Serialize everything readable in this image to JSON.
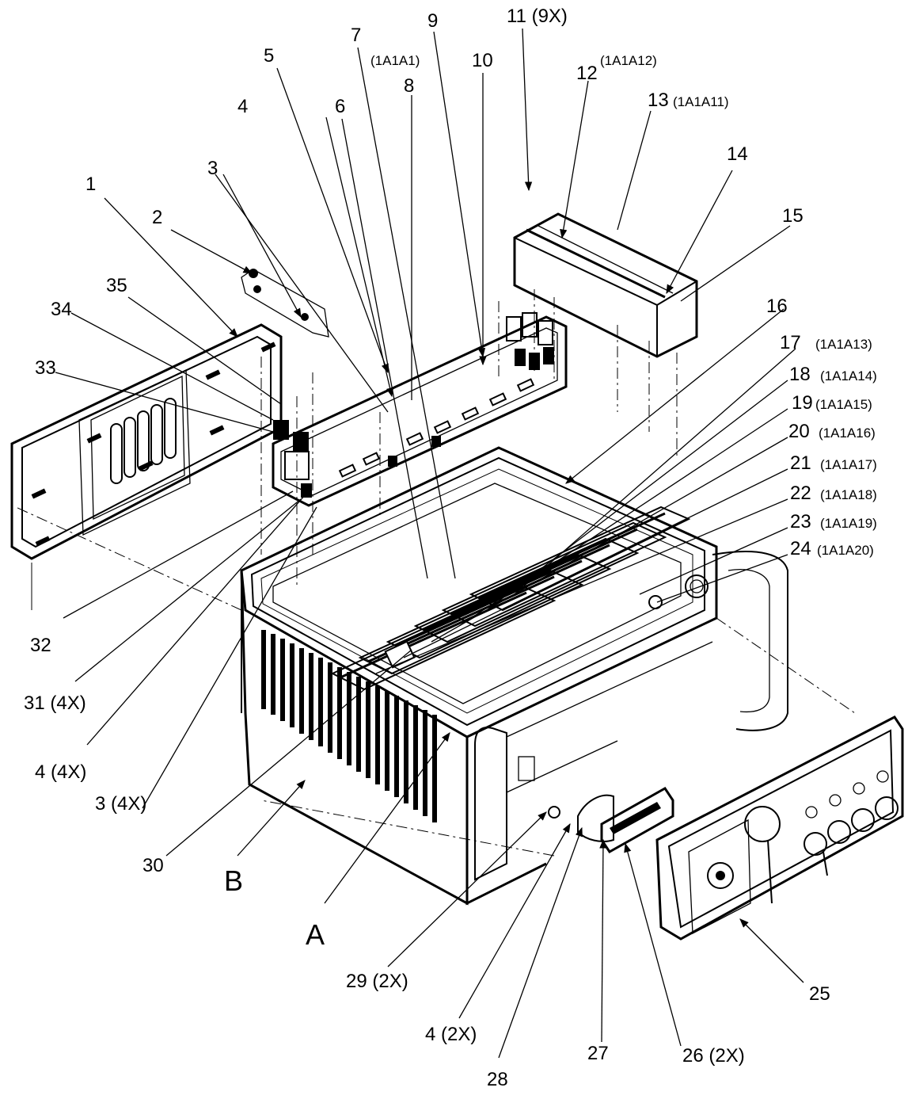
{
  "labels": {
    "l1": "1",
    "l2": "2",
    "l3": "3",
    "l4": "4",
    "l5": "5",
    "l6": "6",
    "l7": "7",
    "l8": "8",
    "l9": "9",
    "l10": "10",
    "l11": "11 (9X)",
    "l12": "12",
    "l12sub": "(1A1A12)",
    "l13": "13",
    "l13sub": "(1A1A11)",
    "l7sub": "(1A1A1)",
    "l14": "14",
    "l15": "15",
    "l16": "16",
    "l17": "17",
    "l17sub": "(1A1A13)",
    "l18": "18",
    "l18sub": "(1A1A14)",
    "l19": "19",
    "l19sub": "(1A1A15)",
    "l20": "20",
    "l20sub": "(1A1A16)",
    "l21": "21",
    "l21sub": "(1A1A17)",
    "l22": "22",
    "l22sub": "(1A1A18)",
    "l23": "23",
    "l23sub": "(1A1A19)",
    "l24": "24",
    "l24sub": "(1A1A20)",
    "l25": "25",
    "l26": "26 (2X)",
    "l27": "27",
    "l28": "28",
    "l29": "29 (2X)",
    "l30": "30",
    "l31": "31 (4X)",
    "l32": "32",
    "l33": "33",
    "l34": "34",
    "l35": "35",
    "l4x": "4 (4X)",
    "l3x": "3 (4X)",
    "l4b": "4 (2X)",
    "viewA": "A",
    "viewB": "B"
  }
}
